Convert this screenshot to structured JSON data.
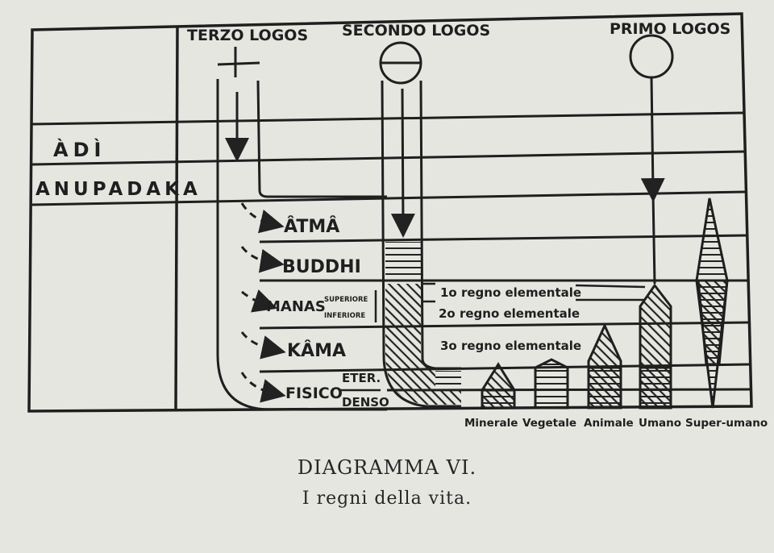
{
  "logos": {
    "terzo": "TERZO LOGOS",
    "secondo": "SECONDO LOGOS",
    "primo": "PRIMO LOGOS"
  },
  "planes": {
    "adi": "ÀDÌ",
    "anupadaka": "ANUPADAKA",
    "atma": "ÂTMÂ",
    "buddhi": "BUDDHI",
    "manas": "MANAS",
    "superiore": "SUPERIORE",
    "inferiore": "INFERIORE",
    "kama": "KÂMA",
    "fisico": "FISICO",
    "eter": "ETER.",
    "denso": "DENSO"
  },
  "regni_elementali": {
    "primo": "1o regno elementale",
    "secondo": "2o regno elementale",
    "terzo": "3o regno elementale"
  },
  "regni": {
    "minerale": "Minerale",
    "vegetale": "Vegetale",
    "animale": "Animale",
    "umano": "Umano",
    "super_umano": "Super-umano"
  },
  "caption": {
    "title": "DIAGRAMMA VI.",
    "subtitle": "I regni della vita."
  }
}
